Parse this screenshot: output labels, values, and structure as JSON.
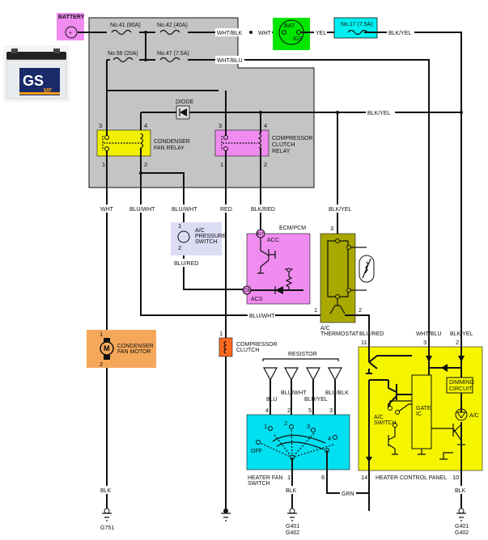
{
  "colors": {
    "battery_box": "#f08cf0",
    "fuse_box": "#c4c4c4",
    "ignition_switch": "#00e600",
    "fuse17_box": "#00f0f0",
    "condenser_relay": "#f0f000",
    "compressor_relay": "#f08cf0",
    "pressure_switch": "#dcdcf5",
    "ecm": "#f08cf0",
    "thermostat": "#a8a800",
    "fan_motor": "#f5a85a",
    "compressor_clutch": "#ff6a20",
    "heater_fan_switch": "#00e0f0",
    "heater_control_panel": "#f5f500",
    "wire": "#111111"
  },
  "battery": {
    "label": "BATTERY",
    "photo_brand": "GS",
    "photo_sub": "MF"
  },
  "fuses": {
    "f41": "No.41 (80A)",
    "f42": "No.42 (40A)",
    "f56": "No.56 (20A)",
    "f47": "No.47 (7.5A)",
    "f17": "No.17 (7.5A)"
  },
  "ignition": {
    "bat": "BAT",
    "ig2": "IG2"
  },
  "diode": {
    "label": "DIODE"
  },
  "relays": {
    "condenser": {
      "line1": "CONDENSER",
      "line2": "FAN RELAY",
      "pins": [
        "3",
        "4",
        "1",
        "2"
      ]
    },
    "compressor": {
      "line1": "COMPRESSOR",
      "line2": "CLUTCH",
      "line3": "RELAY",
      "pins": [
        "3",
        "4",
        "1",
        "2"
      ]
    }
  },
  "pressure_switch": {
    "line1": "A/C",
    "line2": "PRESSURE",
    "line3": "SWITCH",
    "pin1": "1",
    "pin2": "2"
  },
  "ecm": {
    "title": "ECM/PCM",
    "pin_a": "A17",
    "acc": "ACC",
    "pin_c": "C6",
    "acs": "ACS"
  },
  "thermostat": {
    "line1": "A/C",
    "line2": "THERMOSTAT",
    "pins": [
      "3",
      "1",
      "2"
    ]
  },
  "fan_motor": {
    "symbol": "M",
    "line1": "CONDENSER",
    "line2": "FAN MOTOR",
    "pin1": "1",
    "pin2": "2"
  },
  "clutch": {
    "line1": "COMPRESSOR",
    "line2": "CLUTCH",
    "pin1": "1"
  },
  "resistor": {
    "label": "RESISTOR"
  },
  "heater_fan_switch": {
    "line1": "HEATER FAN",
    "line2": "SWITCH",
    "top_pins": [
      "4",
      "2",
      "5",
      "3"
    ],
    "positions": [
      "OFF",
      "1",
      "2",
      "3",
      "4"
    ],
    "bottom_pins": [
      "1",
      "6"
    ]
  },
  "heater_control_panel": {
    "label": "HEATER CONTROL PANEL",
    "gate_line1": "GATE",
    "gate_line2": "IC",
    "dimming_line1": "DIMMING",
    "dimming_line2": "CIRCUIT",
    "ac_led": "A/C",
    "switch_line1": "A/C",
    "switch_line2": "SWITCH",
    "pins": {
      "p11": "11",
      "p3": "3",
      "p2": "2",
      "p14": "14",
      "p10": "10"
    }
  },
  "wires": {
    "wht_blk": "WHT/BLK",
    "wht": "WHT",
    "yel": "YEL",
    "blk_yel": "BLK/YEL",
    "wht_blu": "WHT/BLU",
    "blk_yel_mid": "BLK/YEL",
    "col_wht": "WHT",
    "col_blu_wht1": "BLU/WHT",
    "col_blu_wht2": "BLU/WHT",
    "col_red": "RED",
    "col_blk_red": "BLK/RED",
    "col_blk_yel": "BLK/YEL",
    "blu_red_ps": "BLU/RED",
    "blu_wht_h": "BLU/WHT",
    "blu_red_th": "BLU/RED",
    "wht_blu_v": "WHT/BLU",
    "blk_yel_v": "BLK/YEL",
    "blu": "BLU",
    "blu_wht_r": "BLU/WHT",
    "blu_yel": "BLU/YEL",
    "blu_blk": "BLU/BLK",
    "grn": "GRN",
    "blk1": "BLK",
    "blk2": "BLK",
    "blk3": "BLK"
  },
  "grounds": {
    "g751": "G751",
    "g401a": "G401",
    "g402a": "G402",
    "g401b": "G401",
    "g402b": "G402"
  }
}
